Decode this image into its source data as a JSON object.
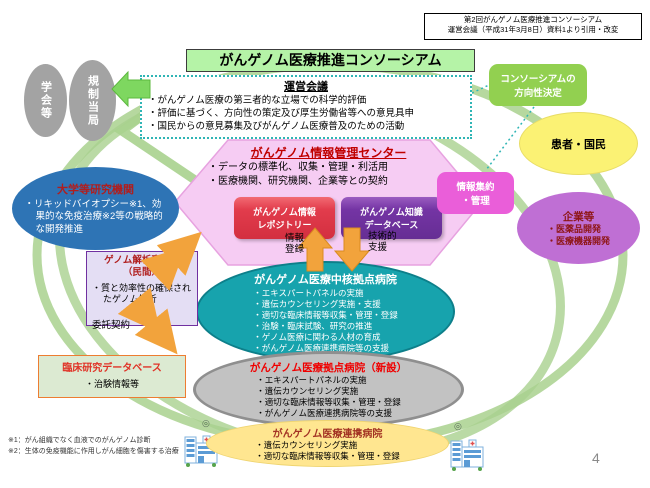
{
  "colors": {
    "title_green": "#b5f3a7",
    "direction_green": "#92d050",
    "ring_green": "#a9d18e",
    "hex_pink": "#f6ccf3",
    "aggregation_magenta": "#ea5ed9",
    "repository_red": "#d32f40",
    "knowledge_purple": "#7434a4",
    "university_blue": "#2e74b5",
    "core_teal": "#17a3ad",
    "hub_gray": "#c2c2c2",
    "liaison_yellow": "#ffe690",
    "patients_yellow": "#fbf274",
    "companies_purple": "#bf6fd4",
    "arrow_orange": "#f2a33c",
    "dark_red_text": "#c00000"
  },
  "source_note": {
    "line1": "第2回がんゲノム医療推進コンソーシアム",
    "line2": "運営会議（平成31年3月8日）資料1より引用・改変"
  },
  "title": "がんゲノム医療推進コンソーシアム",
  "steering": {
    "title": "運営会議",
    "bullets": [
      "がんゲノム医療の第三者的な立場での科学的評価",
      "評価に基づく、方向性の策定及び厚生労働省等への意見具申",
      "国民からの意見募集及びがんゲノム医療普及のための活動"
    ]
  },
  "stakeholders": {
    "academic": "学会等",
    "regulator": "規制当局",
    "patients": "患者・国民",
    "companies": {
      "title": "企業等",
      "bullets": [
        "医薬品開発",
        "医療機器開発"
      ]
    }
  },
  "direction_box": {
    "line1": "コンソーシアムの",
    "line2": "方向性決定"
  },
  "info_center": {
    "title": "がんゲノム情報管理センター",
    "bullets": [
      "データの標準化、収集・管理・利活用",
      "医療機関、研究機関、企業等との契約"
    ],
    "repository": {
      "line1": "がんゲノム情報",
      "line2": "レポジトリー"
    },
    "knowledge_db": {
      "line1": "がんゲノム知識",
      "line2": "データベース"
    },
    "aggregation": {
      "line1": "情報集約",
      "line2": "・管理"
    }
  },
  "university": {
    "title": "大学等研究機関",
    "bullets": [
      "リキッドバイオプシー※1、効果的な免疫治療※2等の戦略的な開発推進"
    ]
  },
  "genome_analyzer": {
    "title": "ゲノム解析事業者",
    "subtitle": "（民間）",
    "bullets": [
      "質と効率性の確保されたゲノム解析"
    ]
  },
  "flow_labels": {
    "info_registration": "情報登録",
    "technical_support": "技術的支援",
    "consignment": "委託契約"
  },
  "hospitals": {
    "core": {
      "title": "がんゲノム医療中核拠点病院",
      "bullets": [
        "エキスパートパネルの実施",
        "遺伝カウンセリング実施・支援",
        "適切な臨床情報等収集・管理・登録",
        "治験・臨床試験、研究の推進",
        "ゲノム医療に関わる人材の育成",
        "がんゲノム医療連携病院等の支援"
      ]
    },
    "hub": {
      "title": "がんゲノム医療拠点病院（新設）",
      "bullets": [
        "エキスパートパネルの実施",
        "遺伝カウンセリング実施",
        "適切な臨床情報等収集・管理・登録",
        "がんゲノム医療連携病院等の支援"
      ]
    },
    "liaison": {
      "title": "がんゲノム医療連携病院",
      "bullets": [
        "遺伝カウンセリング実施",
        "適切な臨床情報等収集・管理・登録"
      ]
    }
  },
  "clinical_db": {
    "title": "臨床研究データベース",
    "bullets": [
      "治験情報等"
    ]
  },
  "footnotes": [
    "※1：がん組織でなく血液でのがんゲノム診断",
    "※2：生体の免疫機能に作用しがん細胞を傷害する治療"
  ],
  "page_number": "4"
}
